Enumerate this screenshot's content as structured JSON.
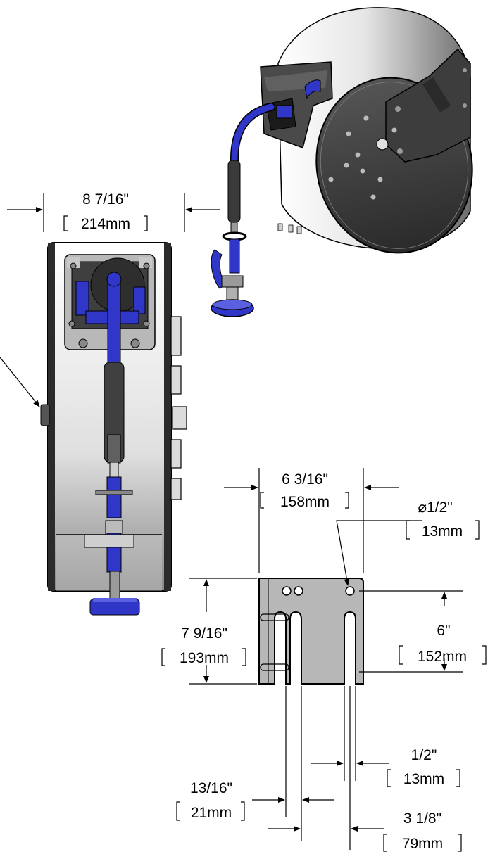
{
  "dimensions": {
    "reel_width": {
      "imperial": "8 7/16\"",
      "metric": "214mm"
    },
    "bracket_width": {
      "imperial": "6 3/16\"",
      "metric": "158mm"
    },
    "hole_diameter": {
      "symbol": "⌀",
      "imperial": "1/2\"",
      "metric": "13mm"
    },
    "bracket_height": {
      "imperial": "7 9/16\"",
      "metric": "193mm"
    },
    "hole_spacing_vertical": {
      "imperial": "6\"",
      "metric": "152mm"
    },
    "slot_width": {
      "imperial": "1/2\"",
      "metric": "13mm"
    },
    "slot_spacing": {
      "imperial": "13/16\"",
      "metric": "21mm"
    },
    "slot_offset": {
      "imperial": "3 1/8\"",
      "metric": "79mm"
    }
  },
  "colors": {
    "hose_blue": "#2f36c8",
    "bracket_gray": "#b7b7b7",
    "body_silver": "#d9d9d9",
    "dark_gray": "#3a3a3a",
    "line": "#000000"
  }
}
